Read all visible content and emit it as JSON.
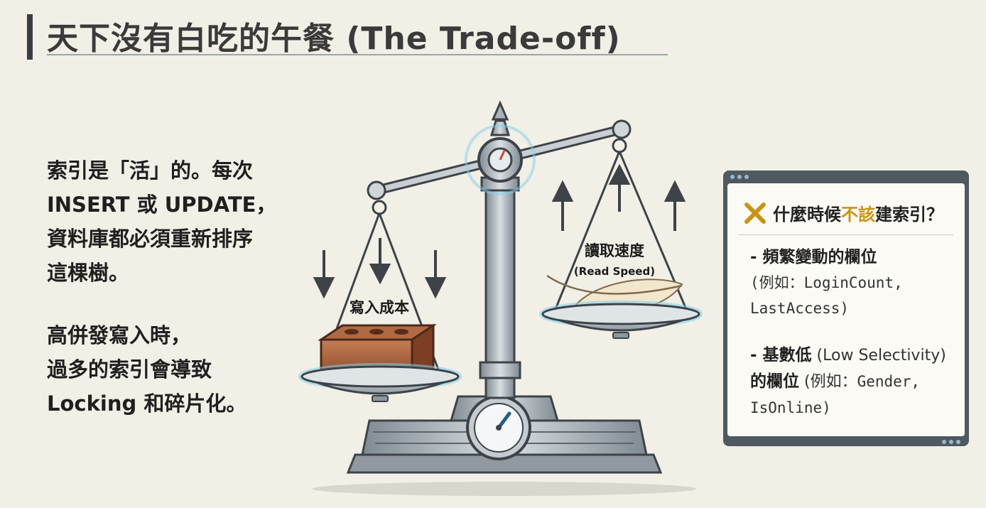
{
  "title": "天下沒有白吃的午餐 (The Trade-off)",
  "left_block_1": [
    "索引是「活」的。每次",
    "INSERT 或 UPDATE，",
    "資料庫都必須重新排序",
    "這棵樹。"
  ],
  "left_block_2": [
    "高併發寫入時，",
    "過多的索引會導致",
    "Locking 和碎片化。"
  ],
  "scale": {
    "left_pan_label": "寫入成本",
    "right_pan_label": "讀取速度",
    "right_pan_sublabel": "(Read Speed)",
    "left_pan_object_icon": "brick-icon",
    "right_pan_object_icon": "feather-icon"
  },
  "panel": {
    "icon": "x-mark-icon",
    "heading_before": "什麼時候",
    "heading_highlight": "不該",
    "heading_after": "建索引？",
    "highlight_color": "#c79416",
    "item1": {
      "bold": "- 頻繁變動的欄位",
      "detail_line1": "(例如：LoginCount,",
      "detail_line2": "LastAccess)"
    },
    "item2": {
      "bold_line1": "- 基數低",
      "reg_line1": " (Low Selectivity)",
      "bold_line2": "的欄位",
      "reg_line2": " (例如：",
      "mono_line2": "Gender,",
      "mono_line3": "IsOnline)"
    }
  }
}
